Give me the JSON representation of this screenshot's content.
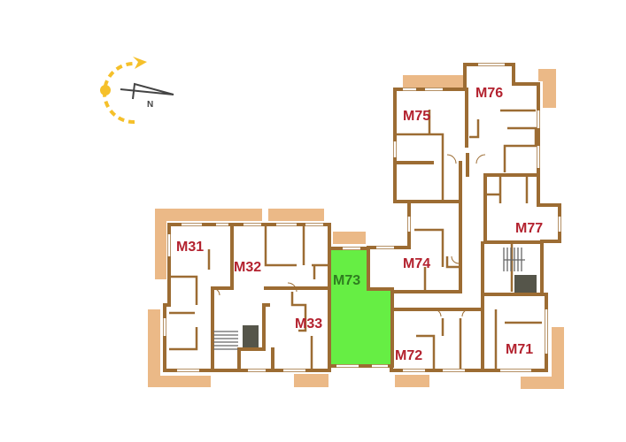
{
  "plan": {
    "compass": {
      "north_label": "N",
      "sun_color": "#f5c02a"
    },
    "colors": {
      "wall": "#9c6c33",
      "balcony": "#ebb987",
      "label": "#b3222f",
      "selected_fill": "#66ee44",
      "selected_label": "#2f7d20"
    },
    "units": [
      {
        "id": "M31",
        "label": "M31",
        "selected": false
      },
      {
        "id": "M32",
        "label": "M32",
        "selected": false
      },
      {
        "id": "M33",
        "label": "M33",
        "selected": false
      },
      {
        "id": "M71",
        "label": "M71",
        "selected": false
      },
      {
        "id": "M72",
        "label": "M72",
        "selected": false
      },
      {
        "id": "M73",
        "label": "M73",
        "selected": true
      },
      {
        "id": "M74",
        "label": "M74",
        "selected": false
      },
      {
        "id": "M75",
        "label": "M75",
        "selected": false
      },
      {
        "id": "M76",
        "label": "M76",
        "selected": false
      },
      {
        "id": "M77",
        "label": "M77",
        "selected": false
      }
    ]
  }
}
